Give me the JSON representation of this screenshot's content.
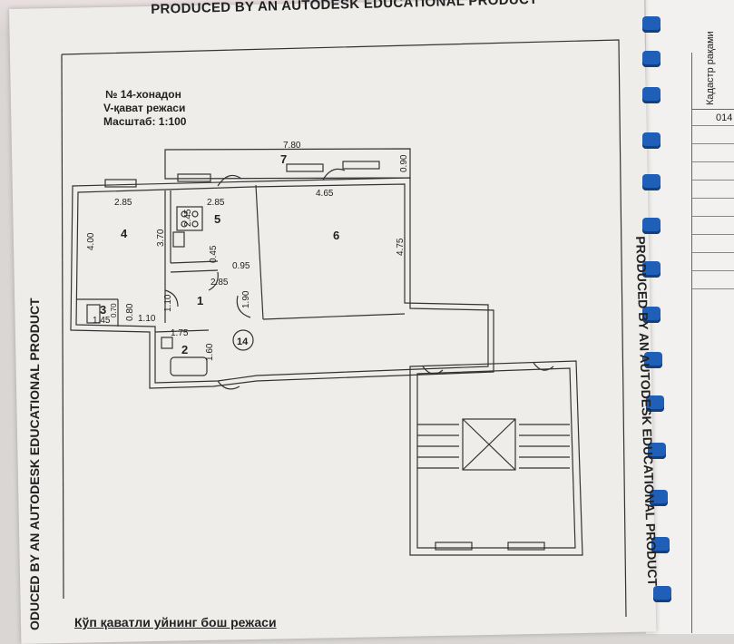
{
  "header": {
    "edu_top": "PRODUCED BY AN AUTODESK EDUCATIONAL PRODUCT",
    "edu_left": "ODUCED BY AN AUTODESK EDUCATIONAL PRODUCT",
    "edu_right": "PRODUCED BY AN AUTODESK EDUCATIONAL PRODUCT"
  },
  "plan_info": {
    "line1": "№ 14-хонадон",
    "line2": "V-қават режаси",
    "line3": "Масштаб: 1:100"
  },
  "rooms": {
    "r1": "1",
    "r2": "2",
    "r3": "3",
    "r4": "4",
    "r5": "5",
    "r6": "6",
    "r7": "7",
    "apt": "14"
  },
  "dimensions": {
    "d_780": "7.80",
    "d_090": "0.90",
    "d_285a": "2.85",
    "d_285b": "2.85",
    "d_465": "4.65",
    "d_400": "4.00",
    "d_370": "3.70",
    "d_245": "2.45",
    "d_475": "4.75",
    "d_045": "0.45",
    "d_095": "0.95",
    "d_285c": "2.85",
    "d_110a": "1.10",
    "d_190": "1.90",
    "d_080": "0.80",
    "d_070": "0.70",
    "d_145": "1.45",
    "d_110b": "1.10",
    "d_175": "1.75",
    "d_160": "1.60"
  },
  "side_table": {
    "header": "Кадастр рақами",
    "value": "014"
  },
  "footer": {
    "caption": "Кўп қаватли уйнинг бош режаси"
  }
}
